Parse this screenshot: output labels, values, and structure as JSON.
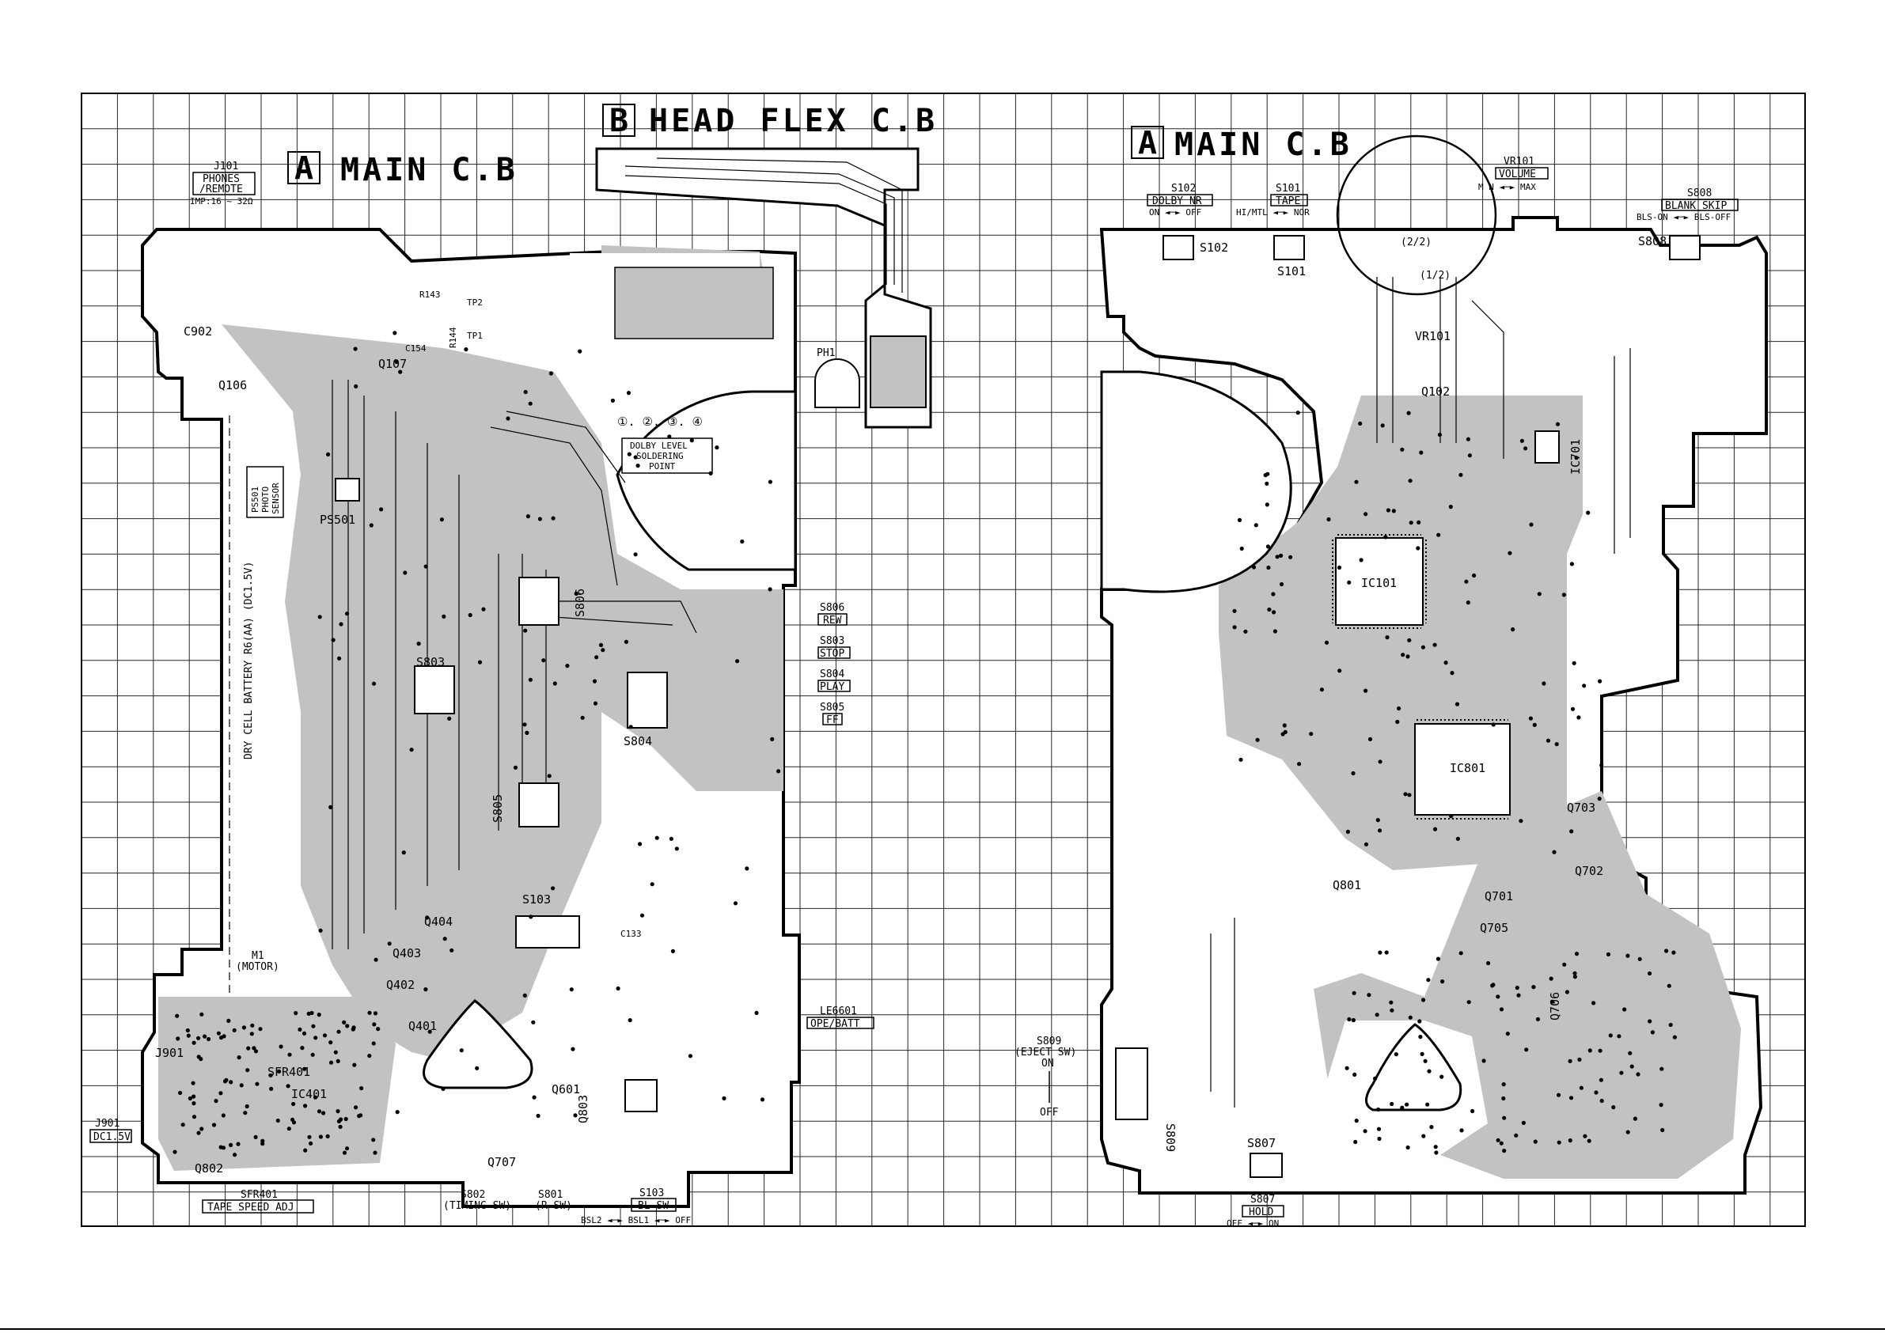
{
  "boards": {
    "left_main_title": "MAIN C.B",
    "left_main_letter": "A",
    "head_flex_title": "HEAD FLEX C.B",
    "head_flex_letter": "B",
    "right_main_title": "MAIN C.B",
    "right_main_letter": "A"
  },
  "left_labels": {
    "j101": "J101",
    "phones_remote_1": "PHONES",
    "phones_remote_2": "/REMOTE",
    "imp": "IMP:16 ~ 32Ω",
    "q107": "Q107",
    "q106": "Q106",
    "ps501": "PS501",
    "photo_sensor_1": "PS501",
    "photo_sensor_2": "PHOTO",
    "photo_sensor_3": "SENSOR",
    "dry_cell": "DRY CELL BATTERY R6(AA) (DC1.5V)",
    "m1_motor_1": "M1",
    "m1_motor_2": "(MOTOR)",
    "j901": "J901",
    "j901_dc": "J901",
    "dc15v": "DC1.5V",
    "sfr401": "SFR401",
    "ic401": "IC401",
    "q802": "Q802",
    "sfr401_bottom": "SFR401",
    "tape_speed_adj": "TAPE SPEED ADJ",
    "s802": "S802",
    "timing_sw": "(TIMING SW)",
    "s801": "S801",
    "r_sw": "(R-SW)",
    "s103": "S103",
    "bl_sw": "BL SW",
    "bsl": "BSL2 ◄─► BSL1 ◄─► OFF",
    "q707": "Q707",
    "q601": "Q601",
    "q803": "Q803",
    "q401": "Q401",
    "q402": "Q402",
    "q403": "Q403",
    "q404": "Q404",
    "s803": "S803",
    "s804": "S804",
    "s805": "S805",
    "s806": "S806",
    "s103_mid": "S103",
    "ph1": "PH1",
    "dolby_point_nums": "①. ②. ③. ④",
    "dolby_level_1": "DOLBY LEVEL",
    "dolby_level_2": "SOLDERING",
    "dolby_level_3": "POINT",
    "s806_rew_a": "S806",
    "s806_rew_b": "REW",
    "s803_stop_a": "S803",
    "s803_stop_b": "STOP",
    "s804_play_a": "S804",
    "s804_play_b": "PLAY",
    "s805_ff_a": "S805",
    "s805_ff_b": "FF",
    "le601_a": "LE6601",
    "le601_b": "OPE/BATT",
    "c902": "C902",
    "tp2": "TP2",
    "tp1": "TP1",
    "r143": "R143",
    "c154": "C154",
    "r144": "R144",
    "c133": "C133"
  },
  "right_labels": {
    "s102_a": "S102",
    "s102_b": "DOLBY NR",
    "s102_c": "ON ◄─► OFF",
    "s101_a": "S101",
    "s101_b": "TAPE",
    "s101_c": "HI/MTL ◄─► NOR",
    "vr101_a": "VR101",
    "vr101_b": "VOLUME",
    "vr101_c": "M N ◄─► MAX",
    "s808_a": "S808",
    "s808_b": "BLANK SKIP",
    "s808_c": "BLS-ON ◄─► BLS-OFF",
    "s102_board": "S102",
    "s101_board": "S101",
    "vr101_board": "VR101",
    "s808_board": "S808",
    "ic101": "IC101",
    "ic801": "IC801",
    "ic701": "IC701",
    "q102": "Q102",
    "q801": "Q801",
    "q701": "Q701",
    "q702": "Q702",
    "q703": "Q703",
    "q705": "Q705",
    "q706": "Q706",
    "s809_a": "S809",
    "s809_b": "(EJECT SW)",
    "s809_on": "ON",
    "s809_off": "OFF",
    "s809_board": "S809",
    "s807_board": "S807",
    "s807_a": "S807",
    "s807_b": "HOLD",
    "s807_c": "OFF ◄─► ON",
    "half_22": "(2/2)",
    "half_12": "(1/2)"
  },
  "colors": {
    "copper": "#c2c2c2",
    "outline": "#000000",
    "grid": "#000000",
    "paper": "#ffffff"
  }
}
